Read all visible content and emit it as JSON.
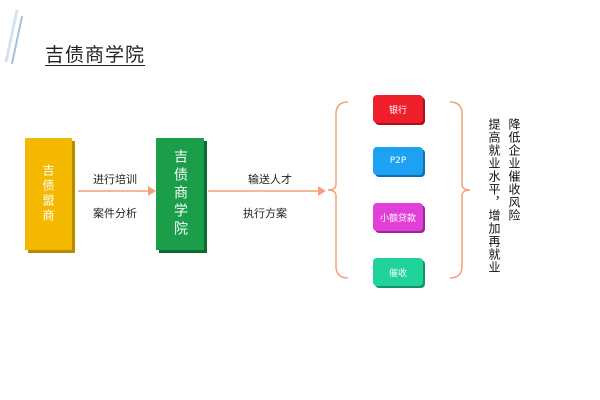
{
  "title": "吉债商学院",
  "source_box": {
    "label": "吉债盟商",
    "color": "#f5b800"
  },
  "middle_box": {
    "label": "吉债商学院",
    "color": "#1a9e4a"
  },
  "arrow1": {
    "top": "进行培训",
    "bottom": "案件分析"
  },
  "arrow2": {
    "top": "输送人才",
    "bottom": "执行方案"
  },
  "targets": [
    {
      "label": "银行",
      "color": "#ee1f2b"
    },
    {
      "label": "P2P",
      "color": "#1da1f2"
    },
    {
      "label": "小额贷款",
      "color": "#e23fd8"
    },
    {
      "label": "催收",
      "color": "#1fd39a"
    }
  ],
  "outcomes": [
    "降低企业催收风险",
    "提高就业水平，增加再就业"
  ],
  "colors": {
    "arrow": "#f4a07a",
    "bracket": "#f4a07a",
    "accent_bar": "#c5d5e6"
  }
}
